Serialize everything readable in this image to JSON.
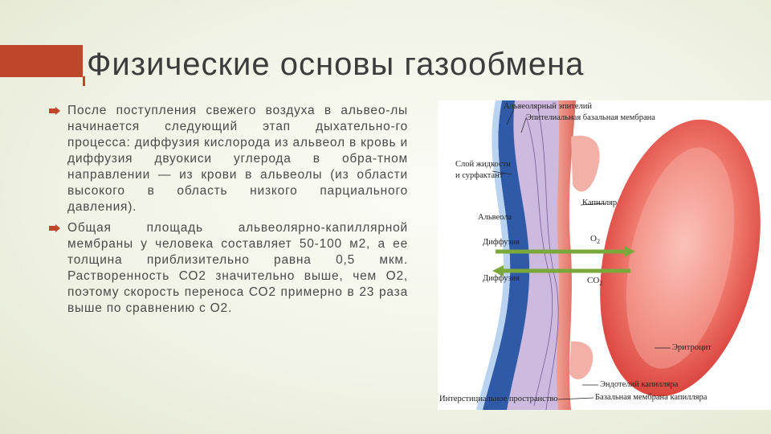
{
  "slide": {
    "title": "Физические основы газообмена",
    "accent_color": "#c0462a",
    "bullets": [
      "После поступления свежего воздуха в альвео-лы начинается следующий этап дыхательно-го процесса: диффузия кислорода из альвеол в кровь и диффузия двуокиси углерода в обра-тном направлении — из крови в альвеолы (из области высокого в область низкого парциального давления).",
      "Общая площадь альвеолярно-капиллярной мембраны у человека составляет 50-100 м2, а ее толщина приблизительно равна 0,5 мкм. Растворенность СО2 значительно выше, чем О2, поэтому скорость переноса СО2 примерно в 23 раза выше по сравнению с О2."
    ]
  },
  "diagram": {
    "labels": {
      "alv_epithelium": "Альвеолярный эпителий",
      "epi_basal": "Эпителиальная базальная мембрана",
      "fluid_layer_1": "Слой жидкости",
      "fluid_layer_2": "и сурфактант",
      "capillary": "Капилляр",
      "alveola": "Альвеола",
      "diffusion_1": "Диффузия",
      "diffusion_2": "Диффузия",
      "o2": "O",
      "o2_sub": "2",
      "co2": "CO",
      "co2_sub": "2",
      "erythrocyte": "Эритроцит",
      "cap_endothelium": "Эндотелий капилляра",
      "interstitial": "Интерстициальное пространство",
      "cap_basal": "Базальная мембрана капилляра"
    },
    "colors": {
      "erythrocyte": "#e84a4a",
      "arrow": "#8bc34a",
      "epithelium": "#2f5aa8",
      "interstitium": "#b79ac8",
      "endothelium": "#e8867a"
    }
  }
}
